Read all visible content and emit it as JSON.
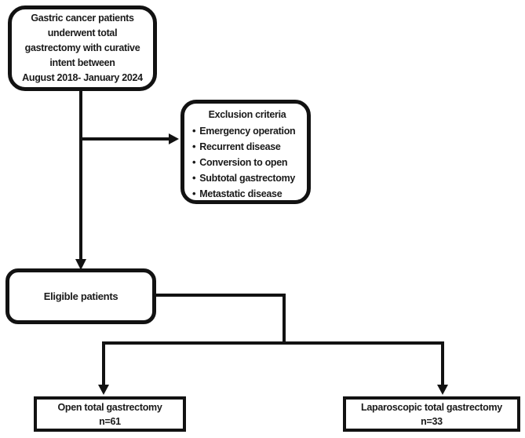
{
  "figure": {
    "type": "flowchart",
    "background_color": "#ffffff",
    "line_color": "#121212",
    "text_color": "#1a1a1a"
  },
  "glyphs": {
    "bullet": "•"
  },
  "nodes": {
    "source": {
      "text": "Gastric cancer patients\nunderwent total\ngastrectomy with curative\nintent between\nAugust 2018- January 2024"
    },
    "exclusion": {
      "title": "Exclusion criteria",
      "items": [
        "Emergency operation",
        "Recurrent disease",
        "Conversion to open",
        "Subtotal gastrectomy",
        "Metastatic disease"
      ]
    },
    "eligible": {
      "label": "Eligible patients"
    },
    "open_group": {
      "label": "Open total gastrectomy",
      "count": "n=61"
    },
    "laparoscopic_group": {
      "label": "Laparoscopic total gastrectomy",
      "count": "n=33"
    }
  }
}
